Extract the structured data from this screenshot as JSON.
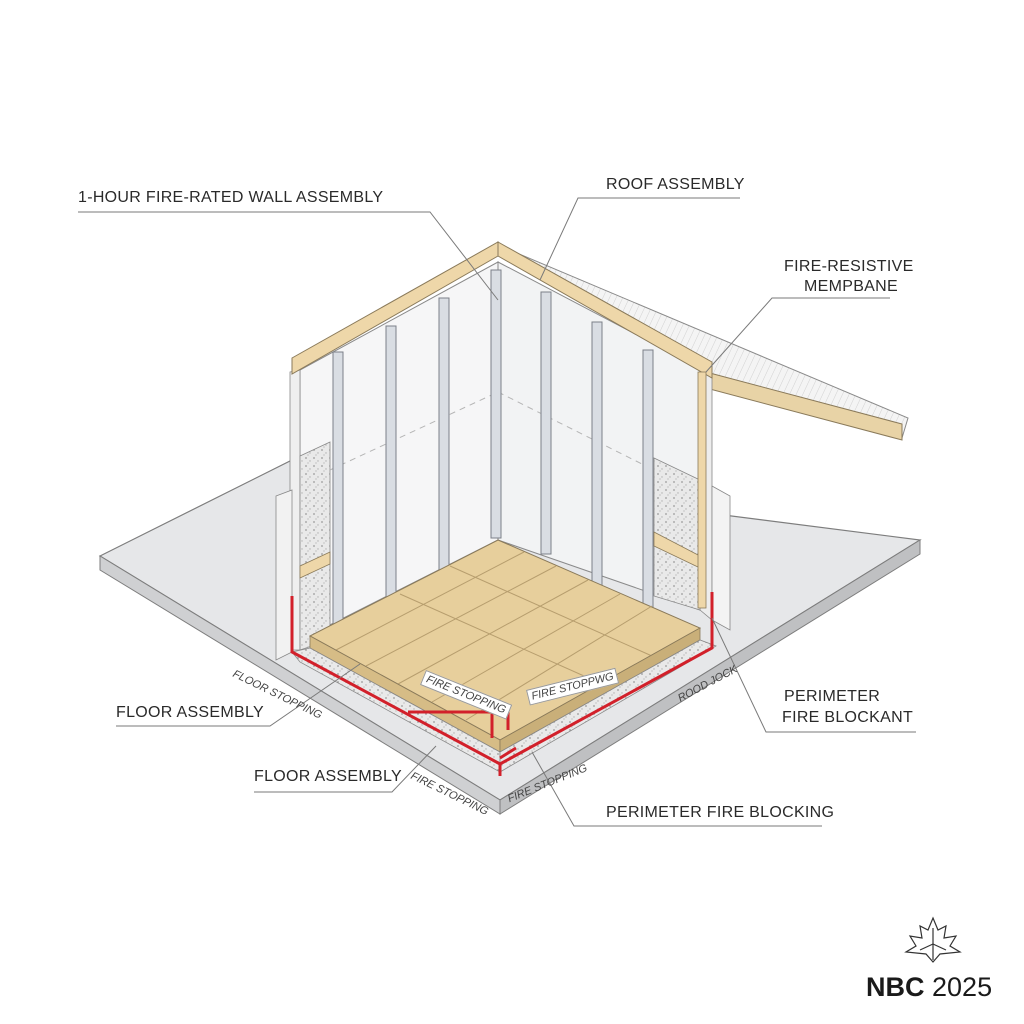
{
  "labels": {
    "wall_assembly": "1-HOUR FIRE-RATED WALL ASSEMBLY",
    "roof_assembly": "ROOF ASSEMBLY",
    "membrane_line1": "FIRE-RESISTIVE",
    "membrane_line2": "MEMPBANE",
    "floor_assembly_1": "FLOOR ASSEMBLY",
    "floor_assembly_2": "FLOOR ASSEMBLY",
    "perimeter_blockant_line1": "PERIMETER",
    "perimeter_blockant_line2": "FIRE BLOCKANT",
    "perimeter_blocking": "PERIMETER FIRE BLOCKING"
  },
  "small_labels": {
    "floor_stopping": "FLOOR STOPPING",
    "fire_stopping_a": "FIRE STOPPING",
    "fire_stopping_b": "FIRE STOPPWG",
    "fire_stopping_c": "FIRE STOPPING",
    "fire_stopping_d": "FIRE STOPPING",
    "rood_jock": "ROOD JOCK"
  },
  "brand": {
    "bold": "NBC",
    "regular": "2025"
  },
  "colors": {
    "fire_line": "#d2202a",
    "timber": "#eed7a9",
    "stud": "#d9dde3",
    "slab": "#e3e4e6",
    "leader": "#7a7a7a"
  }
}
